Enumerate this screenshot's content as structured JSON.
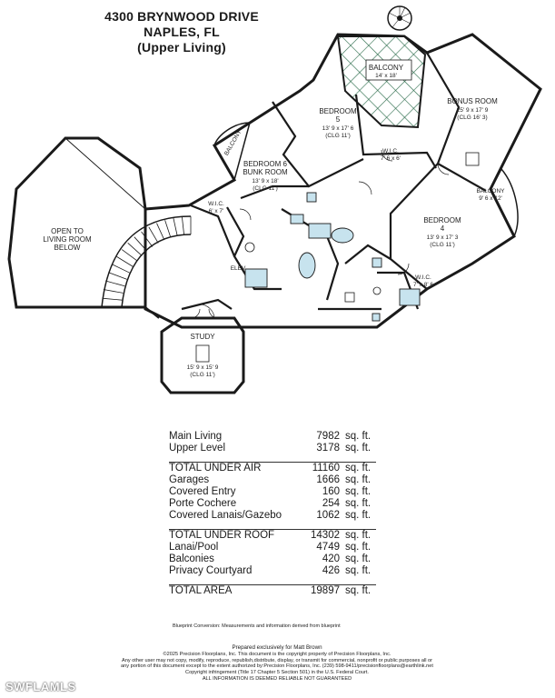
{
  "header": {
    "address": "4300 BRYNWOOD DRIVE",
    "city": "NAPLES, FL",
    "level": "(Upper Living)"
  },
  "rooms": {
    "balcony_top": {
      "name": "BALCONY",
      "dim": "14' x 18'"
    },
    "bonus": {
      "name": "BONUS ROOM",
      "dim": "25' 9 x 17' 9",
      "clg": "(CLG 16' 3)"
    },
    "bedroom5": {
      "name": "BEDROOM",
      "num": "5",
      "dim": "13' 9 x 17' 6",
      "clg": "(CLG 11')"
    },
    "wic_b5": {
      "name": "W.I.C.",
      "dim": "7' 6 x 6'"
    },
    "balcony_left": {
      "name": "BALCONY"
    },
    "bedroom6": {
      "name": "BEDROOM 6",
      "sub": "BUNK ROOM",
      "dim": "13' 9 x 18'",
      "clg": "(CLG 11')"
    },
    "wic_b6": {
      "name": "W.I.C.",
      "dim": "6' x 7'"
    },
    "balcony_right": {
      "name": "BALCONY",
      "dim": "9' 6 x 12'"
    },
    "bedroom4": {
      "name": "BEDROOM",
      "num": "4",
      "dim": "13' 9 x 17' 3",
      "clg": "(CLG 11')"
    },
    "wic_b4": {
      "name": "W.I.C.",
      "dim": "7' x 8' 6"
    },
    "open_living": {
      "line1": "OPEN TO",
      "line2": "LIVING ROOM",
      "line3": "BELOW"
    },
    "elev": {
      "name": "ELEV"
    },
    "study": {
      "name": "STUDY",
      "dim": "15' 9 x 15' 9",
      "clg": "(CLG 11')"
    }
  },
  "area_table": {
    "unit": "sq. ft.",
    "group1": [
      {
        "label": "Main Living",
        "value": "7982"
      },
      {
        "label": "Upper Level",
        "value": "3178"
      }
    ],
    "group2": [
      {
        "label": "TOTAL UNDER AIR",
        "value": "11160"
      },
      {
        "label": "Garages",
        "value": "1666"
      },
      {
        "label": "Covered Entry",
        "value": "160"
      },
      {
        "label": "Porte Cochere",
        "value": "254"
      },
      {
        "label": "Covered Lanais/Gazebo",
        "value": "1062"
      }
    ],
    "group3": [
      {
        "label": "TOTAL UNDER ROOF",
        "value": "14302"
      },
      {
        "label": "Lanai/Pool",
        "value": "4749"
      },
      {
        "label": "Balconies",
        "value": "420"
      },
      {
        "label": "Privacy Courtyard",
        "value": "426"
      }
    ],
    "group4": [
      {
        "label": "TOTAL AREA",
        "value": "19897"
      }
    ]
  },
  "blueprint_note": "Blueprint Conversion: Measurements and information derived from blueprint",
  "credits": {
    "prepared": "Prepared exclusively for Matt Brown",
    "line1": "©2025 Precision Floorplans, Inc.  This document is the copyright property of Precision Floorplans, Inc.",
    "line2": "Any other user may not copy, modify, reproduce, republish,distribute, display, or transmit for commercial, nonprofit or public purposes all or",
    "line3": "any portion of this document except to the extent authorized by:Precision Floorplans, Inc. (239) 598-9411/precisionfloorplans@earthlink.net",
    "line4": "Copyright infringement (Title 17 Chapter 5 Section 501) in the U.S. Federal Court.",
    "line5": "ALL INFORMATION IS DEEMED RELIABLE NOT GUARANTEED"
  },
  "watermark": "SWFLAMLS",
  "colors": {
    "wall": "#1a1a1a",
    "fixture": "#c7e3ee",
    "balcony_grid": "#2a6b4a",
    "line": "#333333"
  }
}
